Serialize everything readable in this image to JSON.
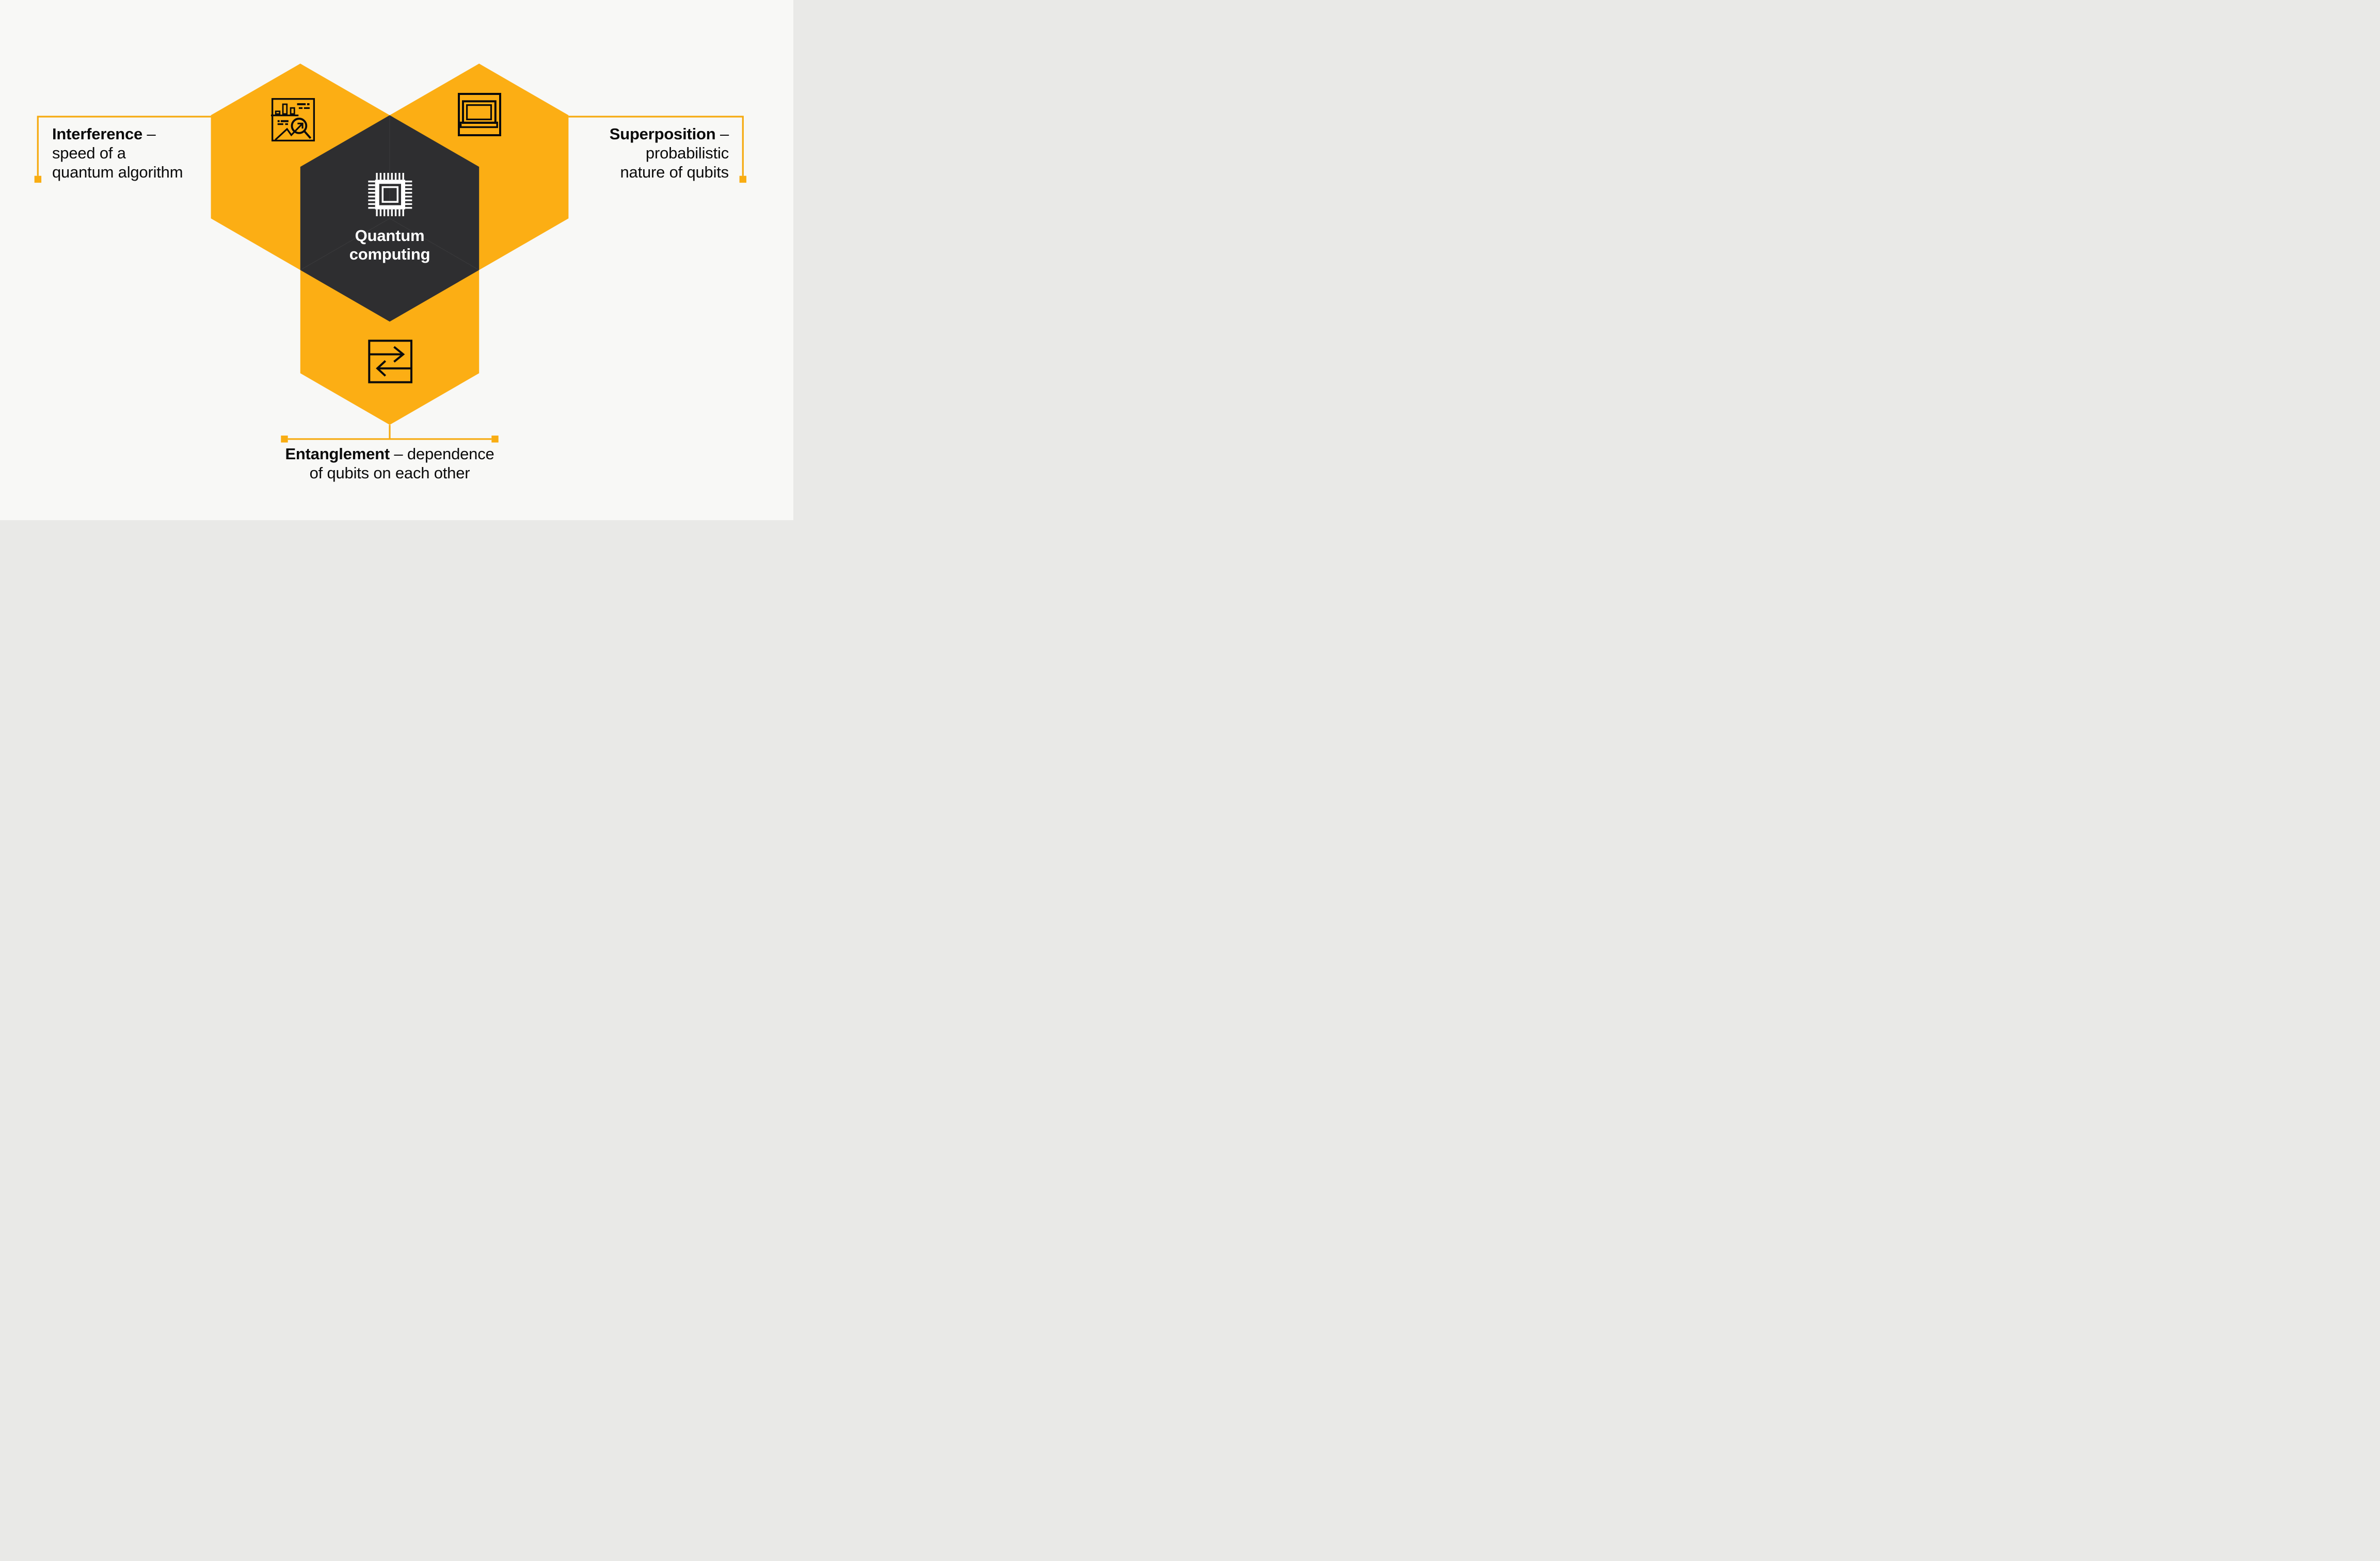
{
  "colors": {
    "background": "#F8F8F6",
    "hexagon_orange": "#FCAE14",
    "hexagon_dark": "#2E2E30",
    "connector_orange": "#F6AA10",
    "text_black": "#0B0B0B",
    "text_white": "#FFFFFF"
  },
  "center": {
    "line1": "Quantum",
    "line2": "computing",
    "icon": "chip-icon"
  },
  "nodes": {
    "interference": {
      "term": "Interference",
      "dash": " –",
      "desc_lines": [
        "speed of a",
        "quantum algorithm"
      ],
      "icon": "analytics-report-icon"
    },
    "superposition": {
      "term": "Superposition",
      "dash": " –",
      "desc_lines": [
        "probabilistic",
        "nature of qubits"
      ],
      "icon": "laptop-icon"
    },
    "entanglement": {
      "term": "Entanglement",
      "rest": " – dependence",
      "desc_lines": [
        "of qubits on each other"
      ],
      "icon": "swap-arrows-icon"
    }
  }
}
